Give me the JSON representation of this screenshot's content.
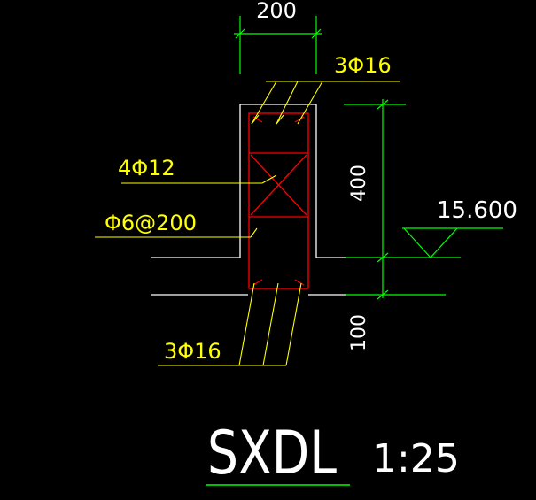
{
  "drawing": {
    "title": "SXDL",
    "scale": "1:25",
    "dimensions": {
      "width": "200",
      "height": "400",
      "below": "100"
    },
    "elevation": "15.600",
    "rebar_labels": {
      "top": "3Φ16",
      "side": "4Φ12",
      "stirrup": "Φ6@200",
      "bottom": "3Φ16"
    },
    "colors": {
      "background": "#000000",
      "outline": "#ffffff",
      "rebar": "#ff0000",
      "leader": "#ffff00",
      "dimension": "#00ff00"
    }
  }
}
